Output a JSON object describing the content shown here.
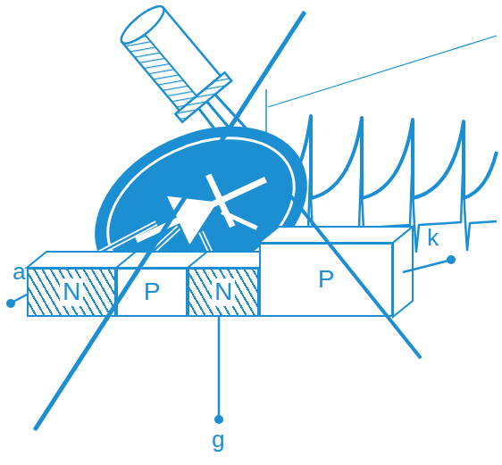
{
  "diagram": {
    "nodes": [
      {
        "text": [
          "N"
        ]
      },
      {
        "text": [
          "P"
        ]
      },
      {
        "text": [
          "N"
        ]
      },
      {
        "text": [
          "P"
        ]
      }
    ],
    "labels": [
      "a",
      "k",
      "g"
    ]
  }
}
